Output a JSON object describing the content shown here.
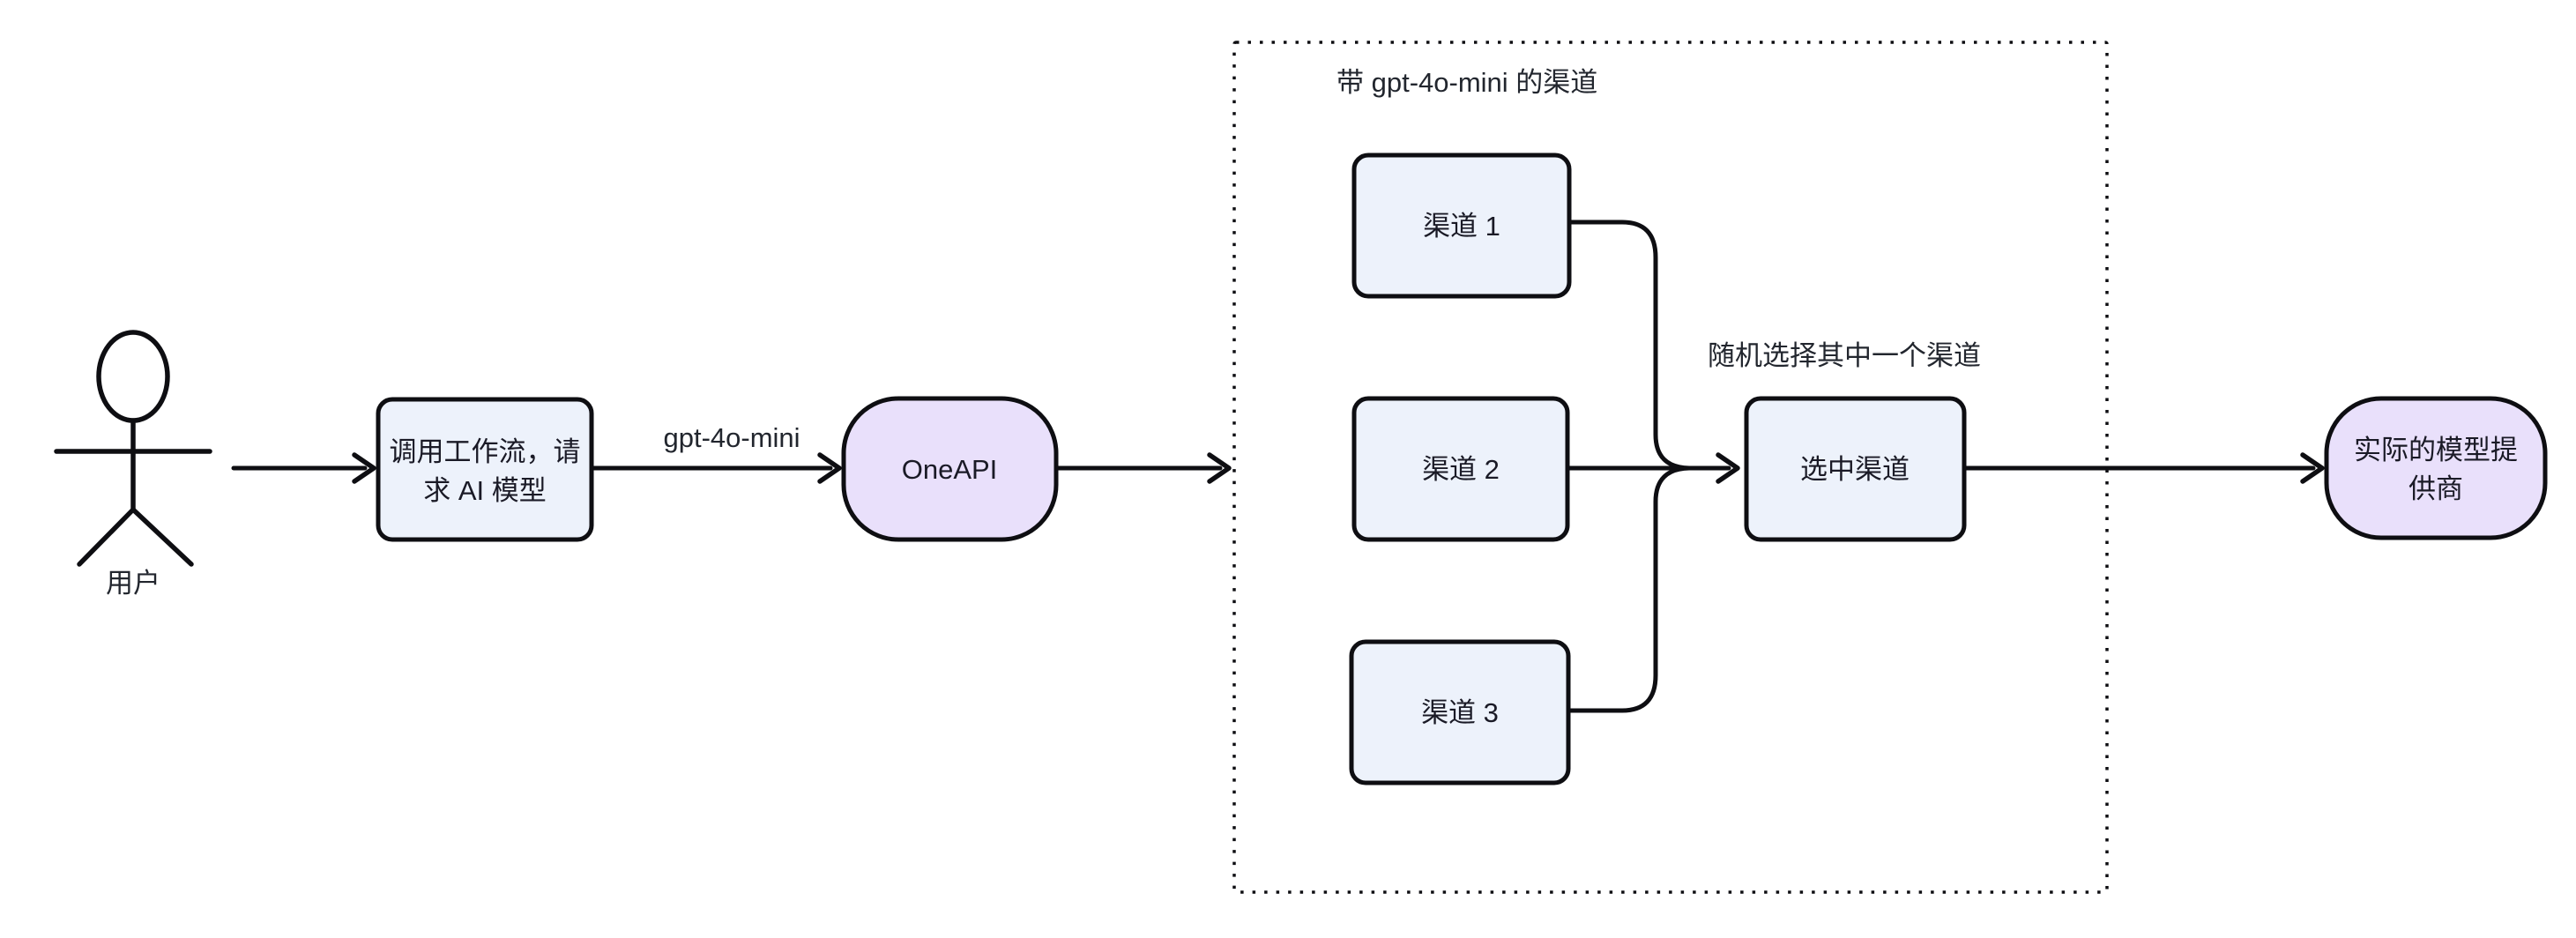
{
  "colors": {
    "background": "#ffffff",
    "stroke": "#0e0e12",
    "rect_node_fill": "#edf2fb",
    "stadium_node_fill": "#e9e0fb",
    "node_text": "#1a1a26",
    "label_text": "#22262e"
  },
  "actor": {
    "label": "用户"
  },
  "nodes": {
    "workflow": {
      "line1": "调用工作流，请",
      "line2": "求 AI 模型"
    },
    "oneapi": {
      "label": "OneAPI"
    },
    "channel1": {
      "label": "渠道 1"
    },
    "channel2": {
      "label": "渠道 2"
    },
    "channel3": {
      "label": "渠道 3"
    },
    "selected": {
      "label": "选中渠道"
    },
    "provider": {
      "line1": "实际的模型提",
      "line2": "供商"
    }
  },
  "subgraph": {
    "title": "带 gpt-4o-mini 的渠道"
  },
  "edge_labels": {
    "model": "gpt-4o-mini",
    "random_select": "随机选择其中一个渠道"
  }
}
